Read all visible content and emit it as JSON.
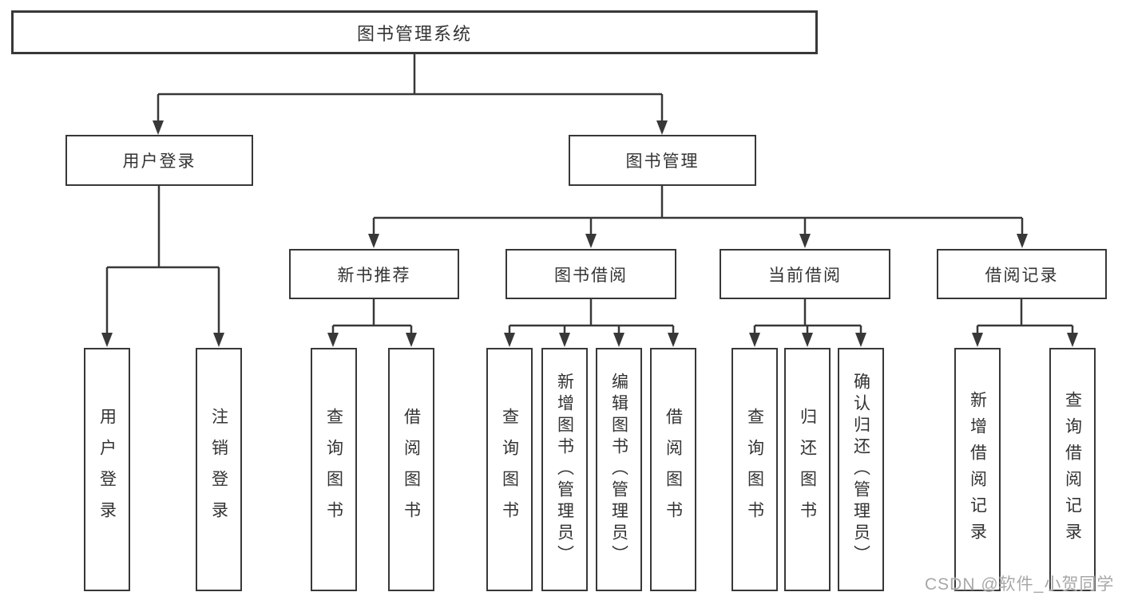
{
  "diagram": {
    "root": {
      "label": "图书管理系统"
    },
    "branches": [
      {
        "label": "用户登录",
        "children": [
          {
            "label": "用户登录"
          },
          {
            "label": "注销登录"
          }
        ]
      },
      {
        "label": "图书管理",
        "groups": [
          {
            "label": "新书推荐",
            "children": [
              {
                "label": "查询图书"
              },
              {
                "label": "借阅图书"
              }
            ]
          },
          {
            "label": "图书借阅",
            "children": [
              {
                "label": "查询图书"
              },
              {
                "label": "新增图书（管理员）"
              },
              {
                "label": "编辑图书（管理员）"
              },
              {
                "label": "借阅图书"
              }
            ]
          },
          {
            "label": "当前借阅",
            "children": [
              {
                "label": "查询图书"
              },
              {
                "label": "归还图书"
              },
              {
                "label": "确认归还（管理员）"
              }
            ]
          },
          {
            "label": "借阅记录",
            "children": [
              {
                "label": "新增借阅记录"
              },
              {
                "label": "查询借阅记录"
              }
            ]
          }
        ]
      }
    ]
  },
  "watermark": {
    "text": "CSDN @软件_小贺同学"
  },
  "colors": {
    "line": "#383838",
    "text": "#333333",
    "box_background": "#ffffff",
    "watermark": "#a8a8a8"
  }
}
